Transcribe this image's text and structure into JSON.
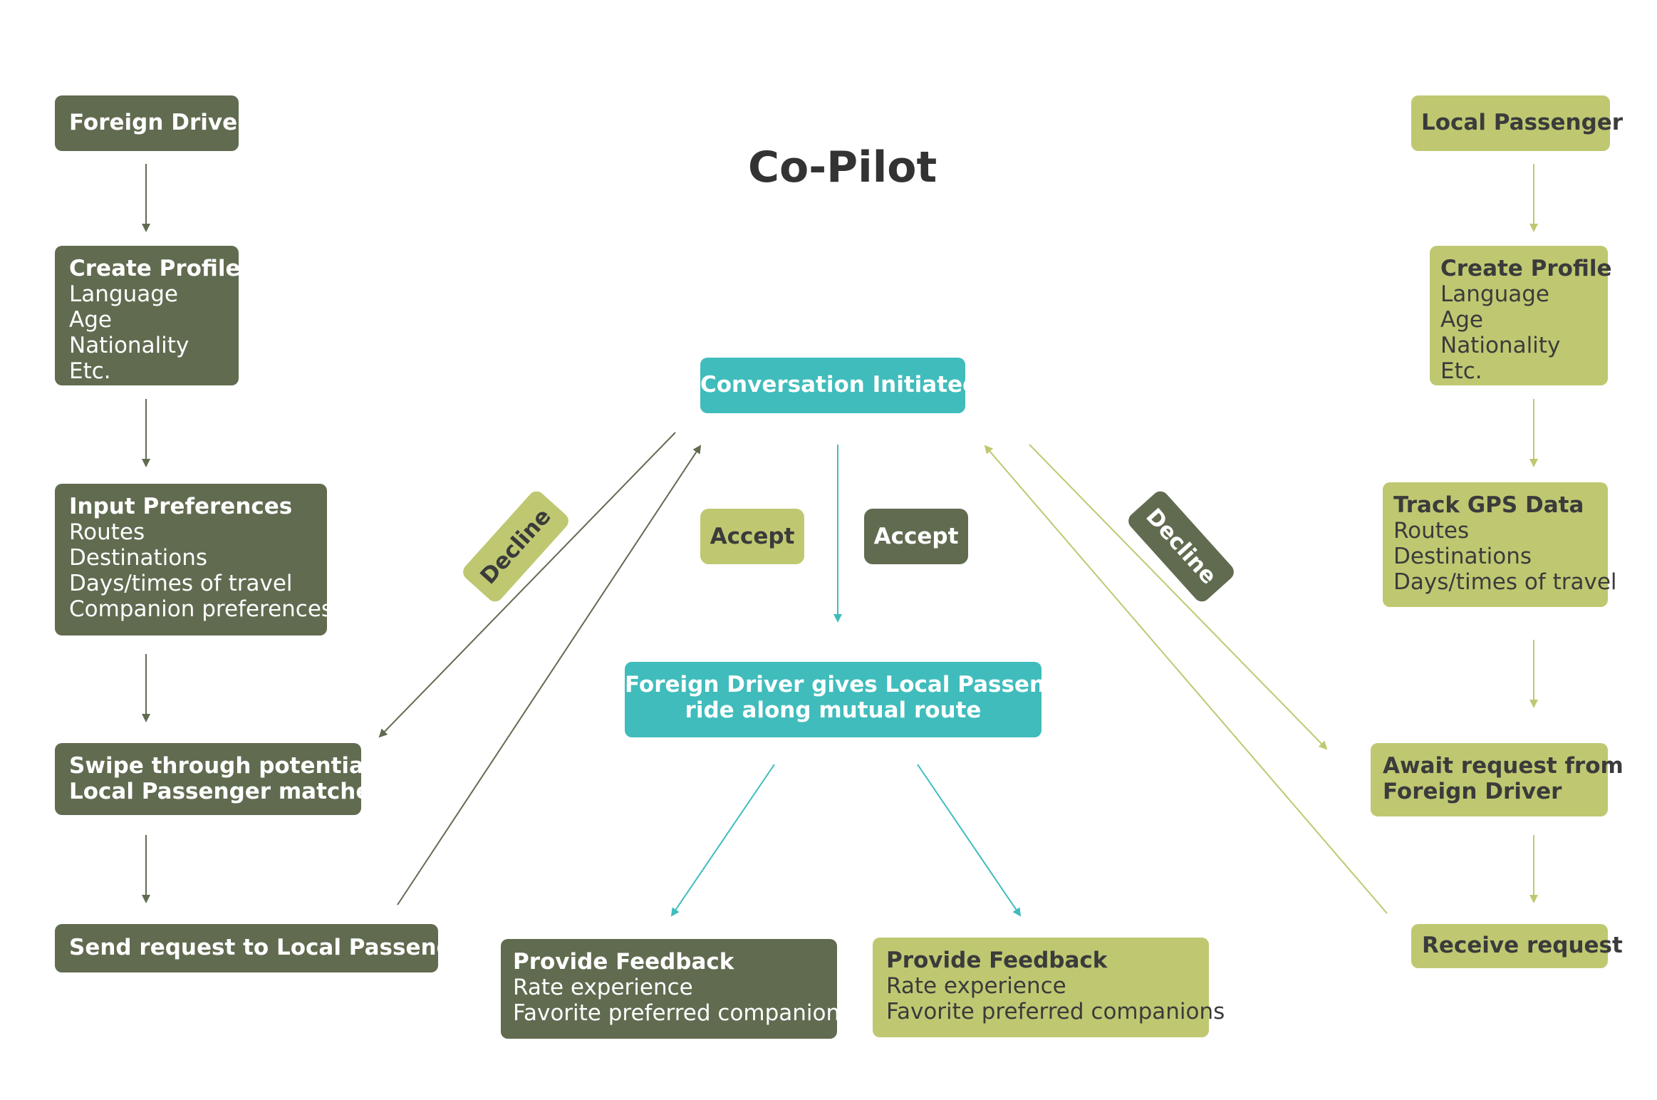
{
  "title": "Co-Pilot",
  "colors": {
    "dark": "#606b50",
    "light": "#bfc871",
    "teal": "#40bcbc",
    "title": "#333333"
  },
  "driver": {
    "header": "Foreign Driver",
    "profile": {
      "title": "Create Profile",
      "lines": [
        "Language",
        "Age",
        "Nationality",
        "Etc."
      ]
    },
    "preferences": {
      "title": "Input Preferences",
      "lines": [
        "Routes",
        "Destinations",
        "Days/times of travel",
        "Companion preferences"
      ]
    },
    "swipe": {
      "line1": "Swipe through potential",
      "line2": "Local Passenger matches"
    },
    "send": "Send request to Local Passenger"
  },
  "passenger": {
    "header": "Local Passenger",
    "profile": {
      "title": "Create Profile",
      "lines": [
        "Language",
        "Age",
        "Nationality",
        "Etc."
      ]
    },
    "gps": {
      "title": "Track GPS Data",
      "lines": [
        "Routes",
        "Destinations",
        "Days/times of travel"
      ]
    },
    "await": {
      "line1": "Await request from",
      "line2": "Foreign Driver"
    },
    "receive": "Receive request"
  },
  "center": {
    "conversation": "Conversation Initiated",
    "ride": {
      "line1": "Foreign Driver gives Local Passenger",
      "line2": "ride along mutual route"
    },
    "accept_light": "Accept",
    "accept_dark": "Accept",
    "decline_left": "Decline",
    "decline_right": "Decline",
    "feedback_dark": {
      "title": "Provide Feedback",
      "lines": [
        "Rate experience",
        "Favorite preferred companions"
      ]
    },
    "feedback_light": {
      "title": "Provide Feedback",
      "lines": [
        "Rate experience",
        "Favorite preferred companions"
      ]
    }
  }
}
